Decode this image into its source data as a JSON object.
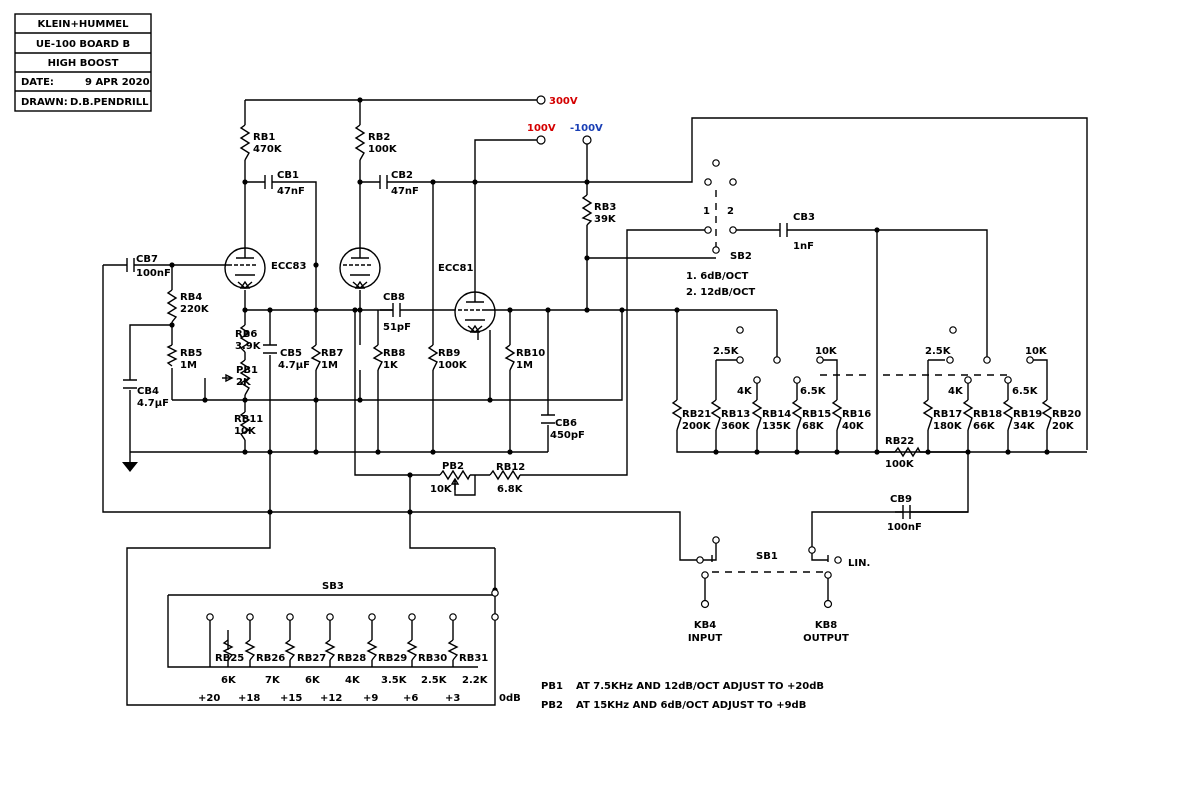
{
  "title_block": {
    "company": "KLEIN+HUMMEL",
    "board": "UE-100 BOARD B",
    "section": "HIGH BOOST",
    "date_label": "DATE:",
    "date_value": "9 APR 2020",
    "drawn_label": "DRAWN:",
    "drawn_value": "D.B.PENDRILL"
  },
  "supplies": {
    "v300": "300V",
    "v100": "100V",
    "vneg100": "-100V"
  },
  "colors": {
    "red": "#d40000",
    "blue": "#1a3fb5"
  },
  "tubes": {
    "v1": "ECC83",
    "v2": "ECC81"
  },
  "components": {
    "RB1": {
      "name": "RB1",
      "value": "470K"
    },
    "RB2": {
      "name": "RB2",
      "value": "100K"
    },
    "RB3": {
      "name": "RB3",
      "value": "39K"
    },
    "RB4": {
      "name": "RB4",
      "value": "220K"
    },
    "RB5": {
      "name": "RB5",
      "value": "1M"
    },
    "RB6": {
      "name": "RB6",
      "value": "3.9K"
    },
    "RB7": {
      "name": "RB7",
      "value": "1M"
    },
    "RB8": {
      "name": "RB8",
      "value": "1K"
    },
    "RB9": {
      "name": "RB9",
      "value": "100K"
    },
    "RB10": {
      "name": "RB10",
      "value": "1M"
    },
    "RB11": {
      "name": "RB11",
      "value": "10K"
    },
    "RB12": {
      "name": "RB12",
      "value": "6.8K"
    },
    "RB13": {
      "name": "RB13",
      "value": "360K"
    },
    "RB14": {
      "name": "RB14",
      "value": "135K"
    },
    "RB15": {
      "name": "RB15",
      "value": "68K"
    },
    "RB16": {
      "name": "RB16",
      "value": "40K"
    },
    "RB17": {
      "name": "RB17",
      "value": "180K"
    },
    "RB18": {
      "name": "RB18",
      "value": "66K"
    },
    "RB19": {
      "name": "RB19",
      "value": "34K"
    },
    "RB20": {
      "name": "RB20",
      "value": "20K"
    },
    "RB21": {
      "name": "RB21",
      "value": "200K"
    },
    "RB22": {
      "name": "RB22",
      "value": "100K"
    },
    "RB25": {
      "name": "RB25",
      "value": "6K"
    },
    "RB26": {
      "name": "RB26",
      "value": "7K"
    },
    "RB27": {
      "name": "RB27",
      "value": "6K"
    },
    "RB28": {
      "name": "RB28",
      "value": "4K"
    },
    "RB29": {
      "name": "RB29",
      "value": "3.5K"
    },
    "RB30": {
      "name": "RB30",
      "value": "2.5K"
    },
    "RB31": {
      "name": "RB31",
      "value": "2.2K"
    },
    "CB1": {
      "name": "CB1",
      "value": "47nF"
    },
    "CB2": {
      "name": "CB2",
      "value": "47nF"
    },
    "CB3": {
      "name": "CB3",
      "value": "1nF"
    },
    "CB4": {
      "name": "CB4",
      "value": "4.7µF"
    },
    "CB5": {
      "name": "CB5",
      "value": "4.7µF"
    },
    "CB6": {
      "name": "CB6",
      "value": "450pF"
    },
    "CB7": {
      "name": "CB7",
      "value": "100nF"
    },
    "CB8": {
      "name": "CB8",
      "value": "51pF"
    },
    "CB9": {
      "name": "CB9",
      "value": "100nF"
    },
    "PB1": {
      "name": "PB1",
      "value": "2K"
    },
    "PB2": {
      "name": "PB2",
      "value": "10K"
    }
  },
  "switches": {
    "sb1": "SB1",
    "sb2": "SB2",
    "sb2_pos1": "1",
    "sb2_pos2": "2",
    "sb2_opt1": "1.   6dB/OCT",
    "sb2_opt2": "2.   12dB/OCT",
    "sb3": "SB3",
    "lin": "LIN.",
    "freqs": [
      "2.5K",
      "10K",
      "4K",
      "6.5K"
    ]
  },
  "connectors": {
    "input_ref": "KB4",
    "input_label": "INPUT",
    "output_ref": "KB8",
    "output_label": "OUTPUT"
  },
  "gain_steps": [
    "+20",
    "+18",
    "+15",
    "+12",
    "+9",
    "+6",
    "+3",
    "0dB"
  ],
  "notes": [
    {
      "ref": "PB1",
      "text": "AT 7.5KHz AND 12dB/OCT ADJUST TO  +20dB"
    },
    {
      "ref": "PB2",
      "text": "AT  15KHz  AND  6dB/OCT  ADJUST TO   +9dB"
    }
  ]
}
